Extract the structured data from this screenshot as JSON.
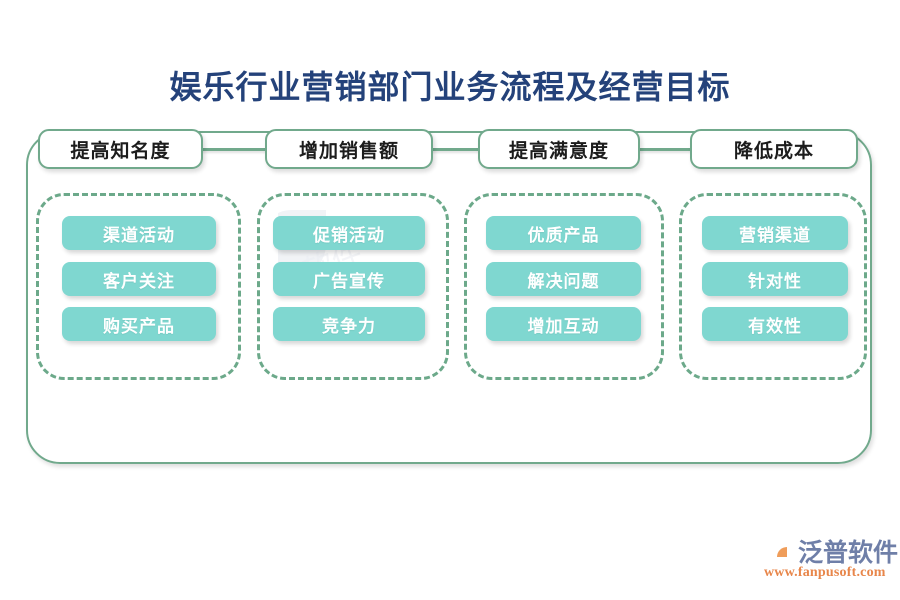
{
  "page": {
    "title": "娱乐行业营销部门业务流程及经营目标",
    "accent_green": "#71a98c",
    "accent_teal": "#7fd7d0",
    "title_color": "#24427a"
  },
  "columns": [
    {
      "header": "提高知名度",
      "items": [
        "渠道活动",
        "客户关注",
        "购买产品"
      ]
    },
    {
      "header": "增加销售额",
      "items": [
        "促销活动",
        "广告宣传",
        "竞争力"
      ]
    },
    {
      "header": "提高满意度",
      "items": [
        "优质产品",
        "解决问题",
        "增加互动"
      ]
    },
    {
      "header": "降低成本",
      "items": [
        "营销渠道",
        "针对性",
        "有效性"
      ]
    }
  ],
  "brand": {
    "name": "泛普软件",
    "url": "www.fanpusoft.com",
    "mark_color_arc": "#7b8bb0",
    "mark_color_dot": "#ef9d5a"
  }
}
